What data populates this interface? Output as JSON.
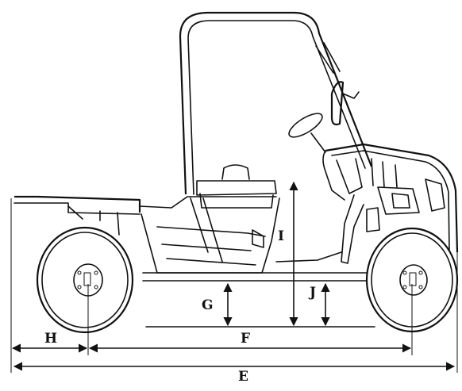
{
  "dimensions": {
    "E": "E",
    "F": "F",
    "G": "G",
    "H": "H",
    "I": "I",
    "J": "J"
  }
}
